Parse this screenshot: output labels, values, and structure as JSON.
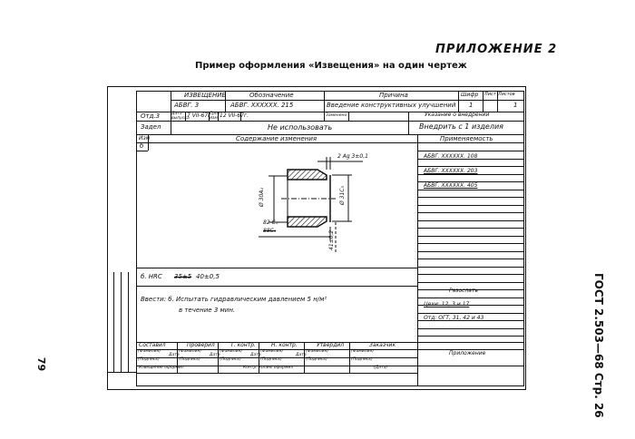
{
  "appendix_label": "ПРИЛОЖЕНИЕ 2",
  "title": "Пример оформления «Извещения» на один чертеж",
  "page_number": "79",
  "side_label": "ГОСТ 2.503—68 Стр. 26",
  "form": {
    "header": {
      "notice": "ИЗВЕЩЕНИЕ",
      "designation": "Обозначение",
      "reason": "Причина",
      "code": "Шифр",
      "sheet": "Лист",
      "sheets": "Листов"
    },
    "row2": {
      "notice": "АБВГ. 3",
      "designation": "АБВГ. XXXXXX. 215",
      "reason": "Введение конструктивных улучшений",
      "code": "1",
      "sheet": "",
      "sheets": "1"
    },
    "row3": {
      "dept": "Отд.3",
      "issue_date_label": "Дата выпуска",
      "issue_date": "7 VII-67г.",
      "term_label": "Срок изм.",
      "term": "12 VII-67г.",
      "replaced": "Заменено",
      "implementation_label": "Указание о внедрении"
    },
    "row4": {
      "backlog_label": "Задел",
      "backlog": "Не использовать",
      "implementation": "Внедрить с 1 изделия"
    },
    "row5": {
      "change_no": "Изм",
      "content": "Содержание изменения",
      "applicability": "Применяемость"
    },
    "change_index": "б",
    "drawing": {
      "dim_top": "2 Ag 3±0,1",
      "dim_left": "Ø 30A₄",
      "dim_right": "Ø 31C₃",
      "dim_bottom1": "82 C₅",
      "dim_bottom2": "88C₅",
      "dim_side": "41±0,2"
    },
    "applicability_items": [
      "АБВГ. XXXXXX. 108",
      "АБВГ. XXXXXX. 203",
      "АБВГ. XXXXXX. 405"
    ],
    "hrc_line": {
      "prefix": "б.  HRC",
      "struck": "35±5",
      "value": "40±0,5"
    },
    "enter_line1": "Ввести: б. Испытать гидравлическим давлением 5 н/м²",
    "enter_line2": "в течение  3 мин.",
    "distribute_label": "Разослать",
    "distribute": [
      "Цехи: 12, 3 и 17",
      "Отд: ОГТ, 31, 42 и 43"
    ],
    "signatures": {
      "headers": [
        "Составил",
        "Проверил",
        "Т. контр.",
        "Н. контр.",
        "Утвердил",
        "Заказчик"
      ],
      "surname": "(Фамилия)",
      "signature": "(Подпись)",
      "date": "Дата",
      "date_paren": "(Дата)",
      "issued": "Извещение оформил",
      "control": "Контр. копию оформил",
      "attachment": "Приложение"
    }
  }
}
